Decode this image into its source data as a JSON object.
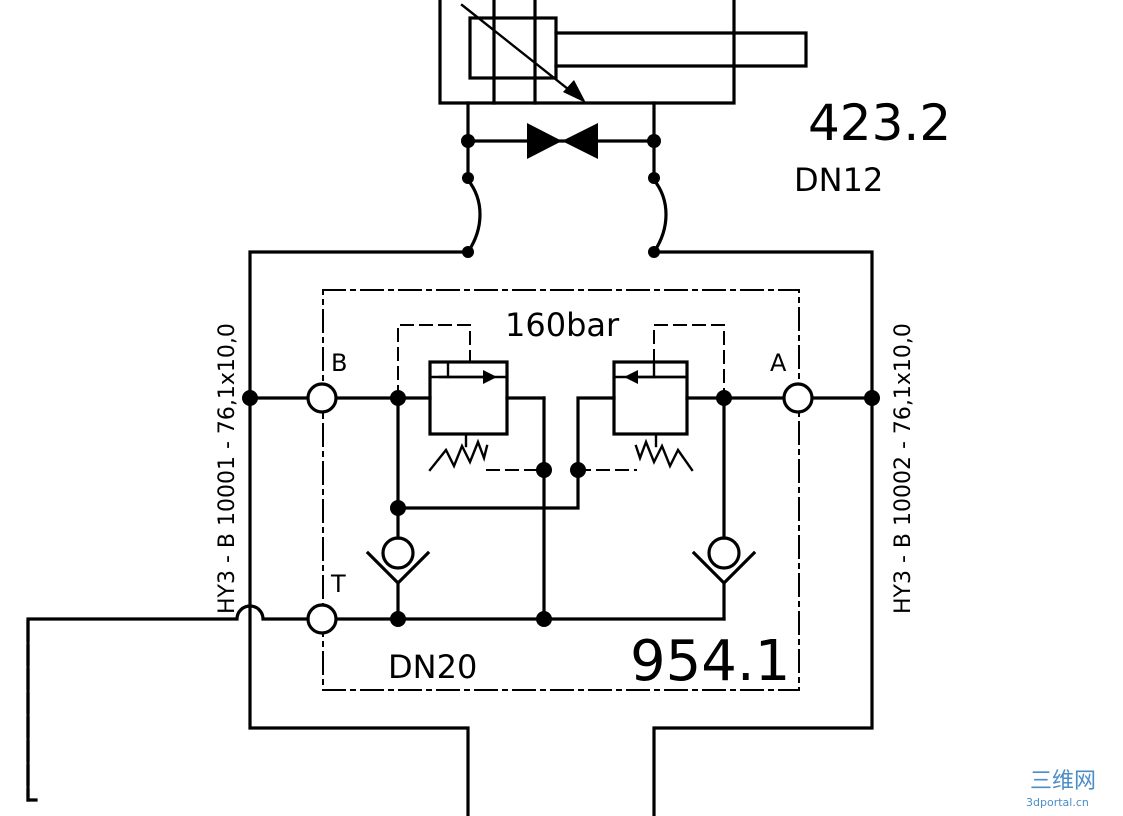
{
  "cylinder": {
    "label": "423.2",
    "size": "DN12"
  },
  "valve_block": {
    "label": "954.1",
    "size": "DN20",
    "pressure": "160bar",
    "ports": {
      "a": "A",
      "b": "B",
      "t": "T"
    }
  },
  "pipes": {
    "left": "HY3 - B 10001 - 76,1x10,0",
    "right": "HY3 - B 10002 - 76,1x10,0"
  },
  "watermark": {
    "name": "三维网",
    "url": "3dportal.cn"
  },
  "colors": {
    "line": "#000000",
    "watermark": "#4a8ec7"
  }
}
